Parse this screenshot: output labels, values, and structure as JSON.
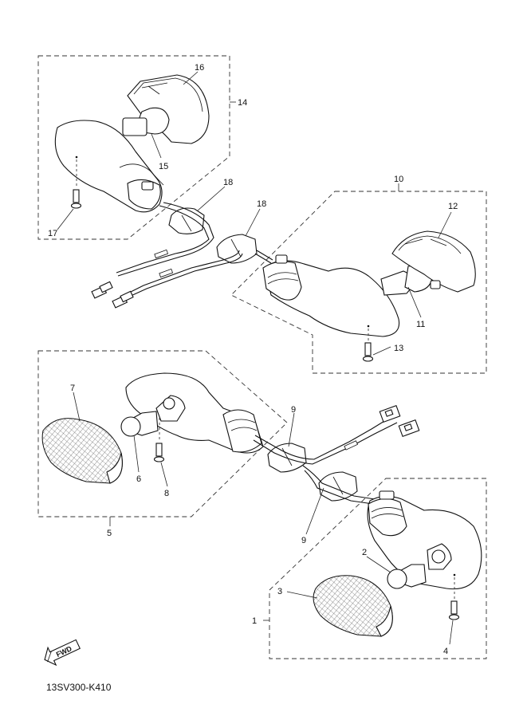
{
  "diagram": {
    "labels": {
      "l1": "1",
      "l2": "2",
      "l3": "3",
      "l4": "4",
      "l5": "5",
      "l6": "6",
      "l7": "7",
      "l8": "8",
      "l9a": "9",
      "l9b": "9",
      "l10": "10",
      "l11": "11",
      "l12": "12",
      "l13": "13",
      "l14": "14",
      "l15": "15",
      "l16": "16",
      "l17": "17",
      "l18a": "18",
      "l18b": "18"
    },
    "fwd_text": "FWD",
    "diagram_code": "13SV300-K410"
  }
}
